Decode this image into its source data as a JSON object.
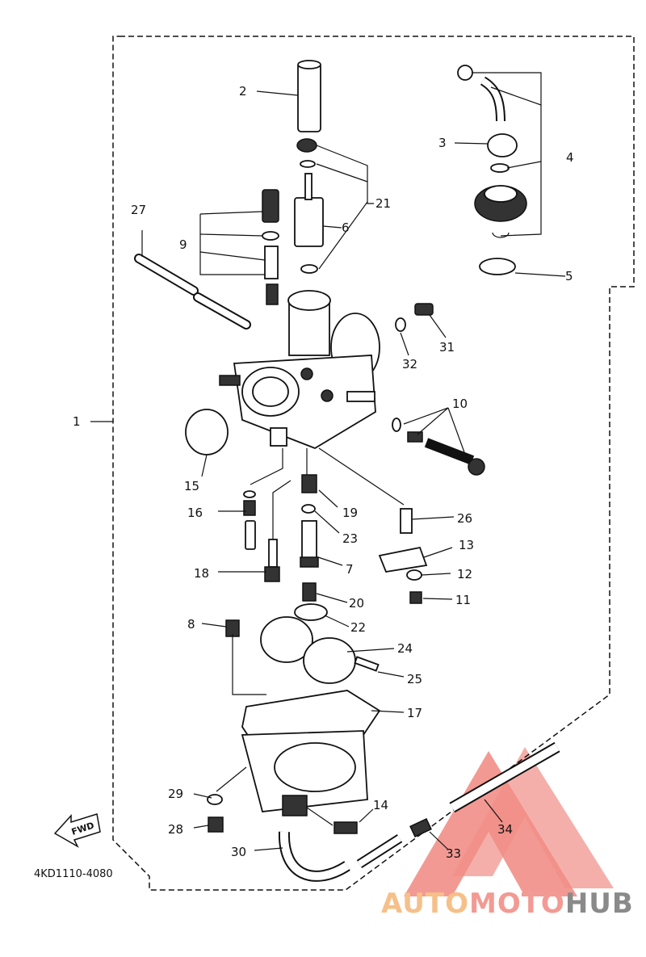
{
  "diagram": {
    "code": "4KD1110-4080",
    "fwd_label": "FWD",
    "labels": [
      {
        "id": "2",
        "text": "2"
      },
      {
        "id": "3",
        "text": "3"
      },
      {
        "id": "4",
        "text": "4"
      },
      {
        "id": "5",
        "text": "5"
      },
      {
        "id": "6",
        "text": "6"
      },
      {
        "id": "9",
        "text": "9"
      },
      {
        "id": "21",
        "text": "21"
      },
      {
        "id": "27",
        "text": "27"
      },
      {
        "id": "31",
        "text": "31"
      },
      {
        "id": "32",
        "text": "32"
      },
      {
        "id": "10",
        "text": "10"
      },
      {
        "id": "1",
        "text": "1"
      },
      {
        "id": "15",
        "text": "15"
      },
      {
        "id": "16",
        "text": "16"
      },
      {
        "id": "19",
        "text": "19"
      },
      {
        "id": "26",
        "text": "26"
      },
      {
        "id": "23",
        "text": "23"
      },
      {
        "id": "13",
        "text": "13"
      },
      {
        "id": "18",
        "text": "18"
      },
      {
        "id": "7",
        "text": "7"
      },
      {
        "id": "12",
        "text": "12"
      },
      {
        "id": "11",
        "text": "11"
      },
      {
        "id": "20",
        "text": "20"
      },
      {
        "id": "8",
        "text": "8"
      },
      {
        "id": "22",
        "text": "22"
      },
      {
        "id": "24",
        "text": "24"
      },
      {
        "id": "25",
        "text": "25"
      },
      {
        "id": "17",
        "text": "17"
      },
      {
        "id": "29",
        "text": "29"
      },
      {
        "id": "14",
        "text": "14"
      },
      {
        "id": "34",
        "text": "34"
      },
      {
        "id": "28",
        "text": "28"
      },
      {
        "id": "30",
        "text": "30"
      },
      {
        "id": "33",
        "text": "33"
      }
    ]
  },
  "watermark": {
    "part1": "AUTO",
    "part2": "MOTO",
    "part3": "HUB",
    "colors": {
      "part1": "#f5c089",
      "part2": "#f29a93",
      "part3": "#8a8a8a",
      "triangle": "#f07a72"
    }
  }
}
